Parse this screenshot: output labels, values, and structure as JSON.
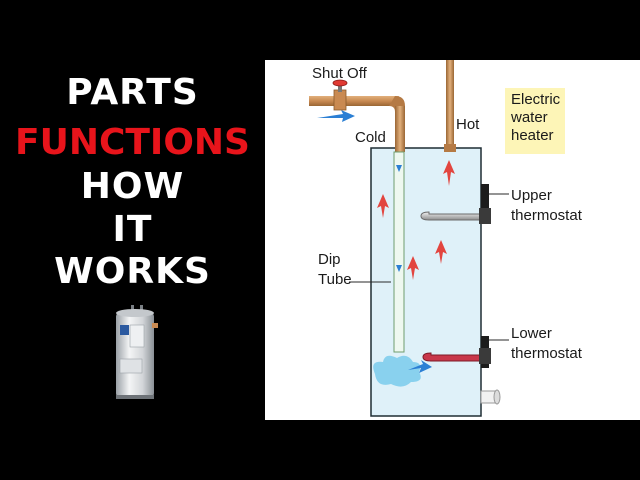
{
  "headline": {
    "line1": "PARTS",
    "line2": "FUNCTIONS",
    "line3": "HOW",
    "line4": "IT",
    "line5": "WORKS"
  },
  "diagram": {
    "shut_off_label": "Shut Off",
    "cold_label": "Cold",
    "hot_label": "Hot",
    "title_line1": "Electric",
    "title_line2": "water",
    "title_line3": "heater",
    "dip_tube_line1": "Dip",
    "dip_tube_line2": "Tube",
    "upper_thermostat_line1": "Upper",
    "upper_thermostat_line2": "thermostat",
    "lower_thermostat_line1": "Lower",
    "lower_thermostat_line2": "thermostat"
  },
  "colors": {
    "headline_red": "#e8141b",
    "tank_water": "#dff1f9",
    "pipe_copper": "#c98a52",
    "cold_arrow": "#2b7fd4",
    "hot_arrow": "#e2453f",
    "note_bg": "#fdf5b7"
  }
}
